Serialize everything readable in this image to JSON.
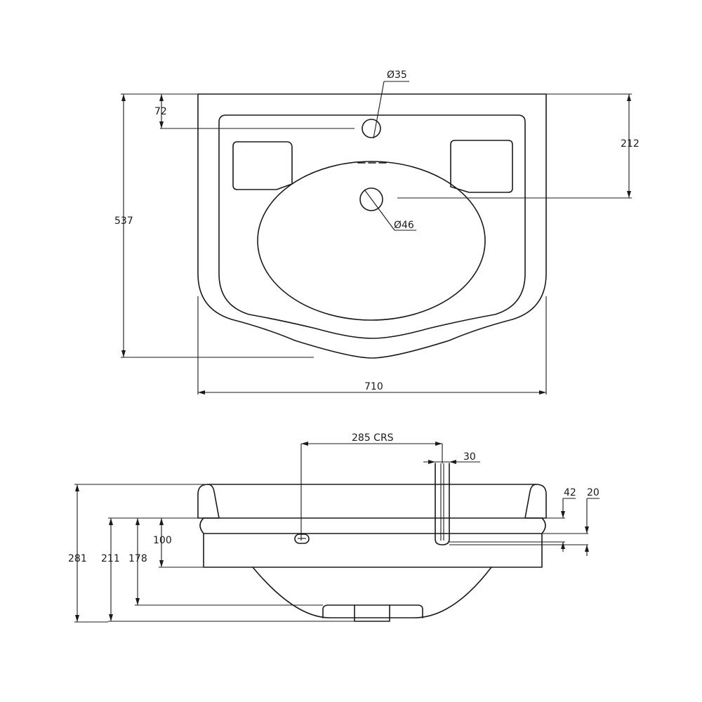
{
  "plan_view": {
    "labels": {
      "tap_hole_diameter": "Ø35",
      "waste_diameter": "Ø46",
      "tap_hole_from_back": "72",
      "waste_from_back": "212",
      "depth": "537",
      "width": "710"
    }
  },
  "side_view": {
    "labels": {
      "tap_centres": "285 CRS",
      "wall_thickness": "30",
      "dim_42": "42",
      "dim_20": "20",
      "overflow_height": "100",
      "height_178": "178",
      "height_211": "211",
      "overall_height": "281"
    }
  },
  "colors": {
    "line": "#1a1a1a",
    "background": "#ffffff"
  }
}
